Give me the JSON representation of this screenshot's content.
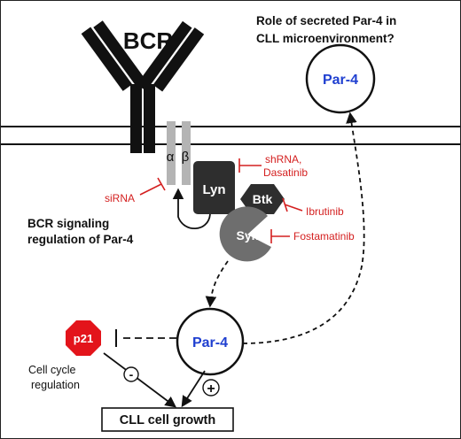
{
  "receptor": {
    "label": "BCR",
    "alpha": "α",
    "beta": "β"
  },
  "question": {
    "line1": "Role of secreted Par-4 in",
    "line2": "CLL microenvironment?"
  },
  "par4_secreted": {
    "label": "Par-4"
  },
  "par4_main": {
    "label": "Par-4"
  },
  "kinases": {
    "lyn": "Lyn",
    "btk": "Btk",
    "syk": "Syk"
  },
  "inhibitors": {
    "sirna": "siRNA",
    "shrna_line1": "shRNA,",
    "shrna_line2": "Dasatinib",
    "ibrutinib": "Ibrutinib",
    "fostamatinib": "Fostamatinib"
  },
  "bcr_regulation": {
    "line1": "BCR signaling",
    "line2": "regulation of Par-4"
  },
  "p21": {
    "label": "p21"
  },
  "cell_cycle": {
    "line1": "Cell cycle",
    "line2": "regulation"
  },
  "signs": {
    "minus": "-",
    "plus": "+"
  },
  "outcome": {
    "label": "CLL cell growth"
  },
  "colors": {
    "inhibitor_red": "#d42020",
    "par4_blue": "#1f3fd0",
    "kinase_dark": "#2e2e2e",
    "syk_gray": "#6e6e6e",
    "subunit_gray": "#b4b4b4",
    "p21_red": "#e3141b"
  }
}
